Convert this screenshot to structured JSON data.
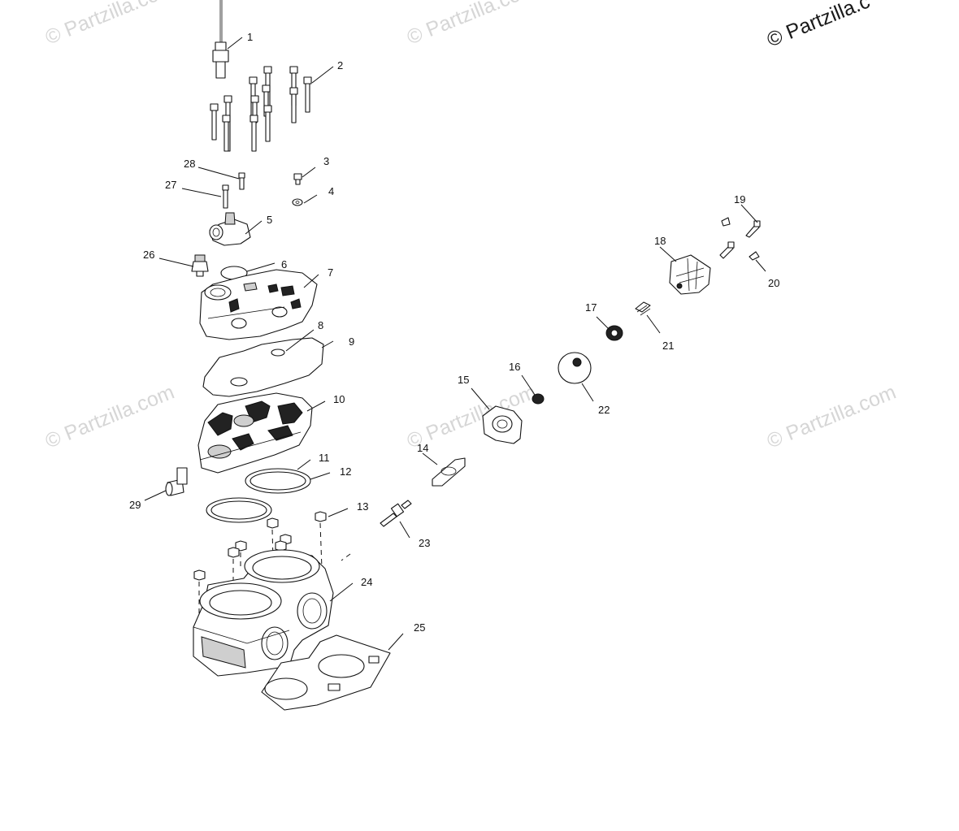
{
  "watermarks": [
    "© Partzilla.com",
    "© Partzilla.com",
    "© Partzilla.c",
    "© Partzilla.com",
    "© Partzilla.com",
    "© Partzilla.com"
  ],
  "callouts": [
    "1",
    "2",
    "3",
    "4",
    "5",
    "6",
    "7",
    "8",
    "9",
    "10",
    "11",
    "12",
    "13",
    "14",
    "15",
    "16",
    "17",
    "18",
    "19",
    "20",
    "21",
    "22",
    "23",
    "24",
    "25",
    "26",
    "27",
    "28",
    "29"
  ],
  "colors": {
    "line": "#111111",
    "watermark": "#d6d6d6",
    "background": "#ffffff"
  }
}
